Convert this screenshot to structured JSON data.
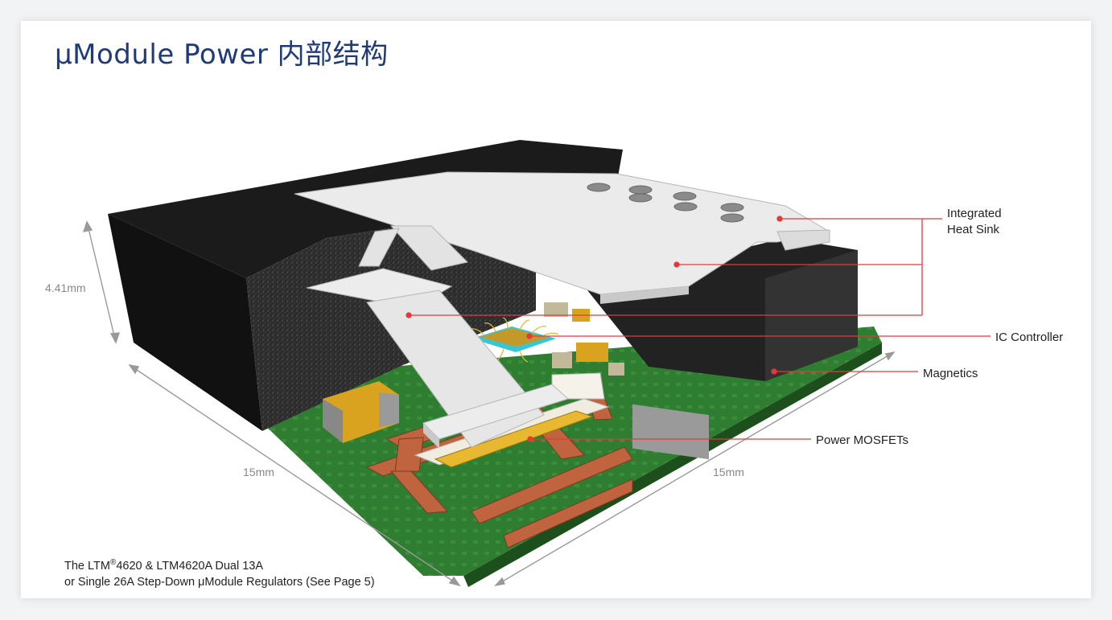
{
  "title": "μModule Power 内部结构",
  "labels": {
    "heat_sink_line1": "Integrated",
    "heat_sink_line2": "Heat Sink",
    "ic_controller": "IC Controller",
    "magnetics": "Magnetics",
    "power_mosfets": "Power  MOSFETs"
  },
  "dimensions": {
    "height": "4.41mm",
    "left_length": "15mm",
    "right_length": "15mm"
  },
  "caption": {
    "line1_prefix": "The LTM",
    "line1_sup": "®",
    "line1_suffix": "4620 & LTM4620A Dual 13A",
    "line2": "or Single 26A Step-Down μModule Regulators (See Page 5)"
  },
  "colors": {
    "title": "#1f3a7a",
    "leader_line": "#e23b3b",
    "pcb": "#2e7a2e",
    "heat_sink": "#e9e9e9",
    "mold": "#1b1b1b"
  }
}
